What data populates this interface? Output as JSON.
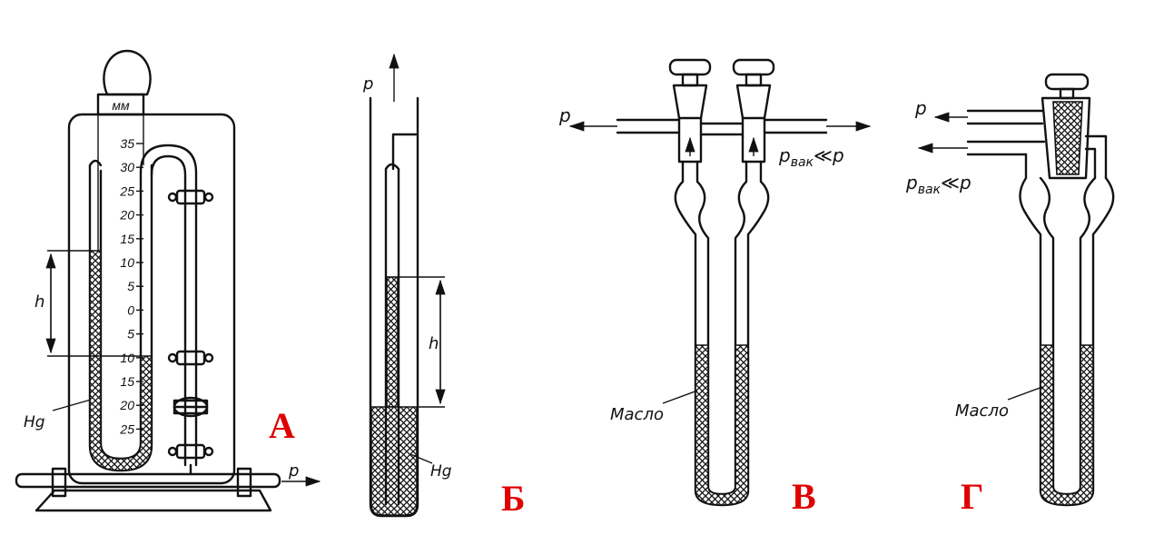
{
  "colors": {
    "panel_letter": "#e00000",
    "line": "#111111",
    "liquid_hatch": "#111111"
  },
  "panels": {
    "A": {
      "letter": "А",
      "unit": "мм",
      "scale_upper": [
        "35",
        "30",
        "25",
        "20",
        "15",
        "10",
        "5",
        "0"
      ],
      "scale_lower": [
        "5",
        "10",
        "15",
        "20",
        "25"
      ],
      "height_label": "h",
      "liquid_label": "Hg",
      "pressure_label": "p"
    },
    "B": {
      "letter": "Б",
      "pressure_label": "p",
      "height_label": "h",
      "liquid_label": "Hg"
    },
    "V": {
      "letter": "В",
      "pressure_label": "p",
      "vacuum_label_main": "p",
      "vacuum_label_sub": "вак",
      "vacuum_label_rel": "≪p",
      "liquid_label": "Масло"
    },
    "G": {
      "letter": "Г",
      "pressure_label": "p",
      "vacuum_label_main": "p",
      "vacuum_label_sub": "вак",
      "vacuum_label_rel": "≪p",
      "liquid_label": "Масло"
    }
  }
}
